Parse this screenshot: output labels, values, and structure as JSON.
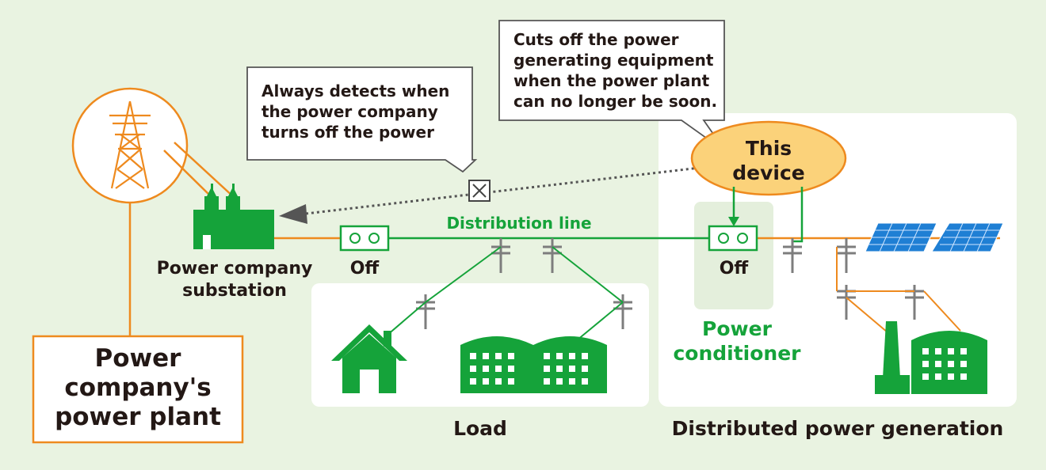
{
  "callouts": {
    "detect": [
      "Always detects when",
      "the power company",
      "turns off the power"
    ],
    "cutoff": [
      "Cuts off the power",
      "generating equipment",
      "when the power plant",
      "can no longer be soon."
    ]
  },
  "device": {
    "line1": "This",
    "line2": "device"
  },
  "labels": {
    "substation": [
      "Power company",
      "substation"
    ],
    "off_left": "Off",
    "off_right": "Off",
    "distribution_line": "Distribution line",
    "conditioner": [
      "Power",
      "conditioner"
    ],
    "load": "Load",
    "distributed": "Distributed power generation",
    "plant": [
      "Power",
      "company's",
      "power plant"
    ]
  },
  "colors": {
    "background": "#e9f3e1",
    "green": "#15a33a",
    "orange": "#ee8a1e",
    "device_fill": "#fbd27a",
    "panel": "#ffffff",
    "conditioner_box": "#e4efdc",
    "solar_blue": "#1f7fd4",
    "pole_gray": "#7d7d7d",
    "dotted": "#555555"
  },
  "icons": [
    "transmission-tower-icon",
    "substation-icon",
    "house-icon",
    "factory-icon",
    "power-plant-icon",
    "solar-panel-icon",
    "utility-pole-icon",
    "breaker-icon",
    "detector-x-icon"
  ]
}
